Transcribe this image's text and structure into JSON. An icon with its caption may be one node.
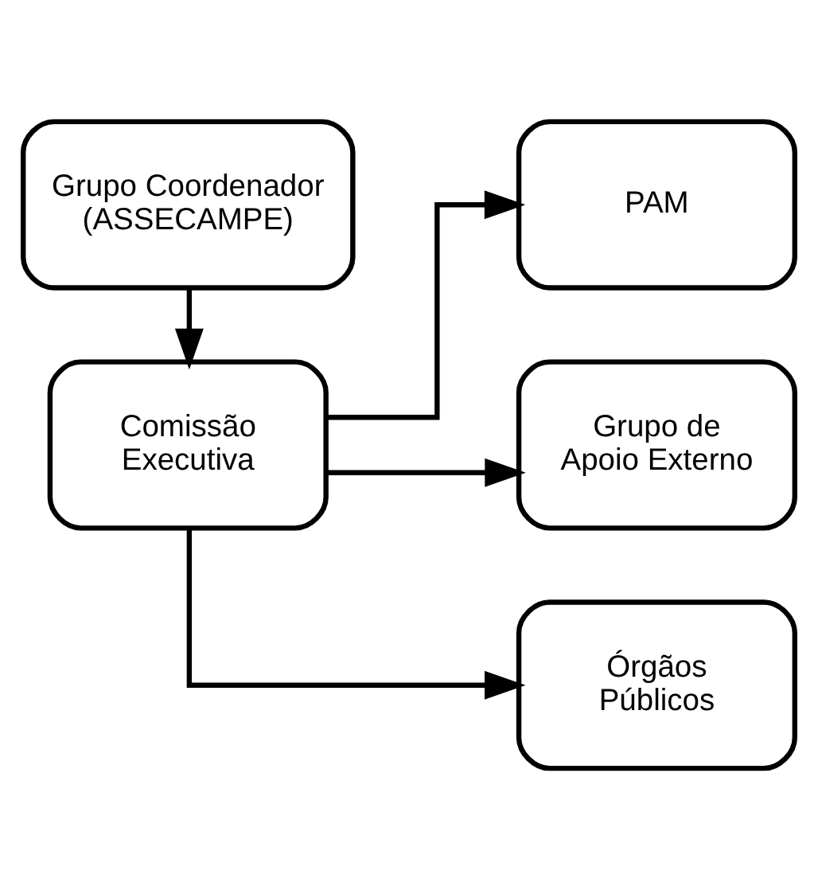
{
  "diagram": {
    "nodes": [
      {
        "text": [
          "Grupo Coordenador (ASSECAMPE)"
        ]
      },
      {
        "text": [
          "Comissão Executiva"
        ]
      },
      {
        "text": [
          "PAM"
        ]
      },
      {
        "text": [
          "Grupo de Apoio Externo"
        ]
      },
      {
        "text": [
          "Órgãos Públicos"
        ]
      }
    ],
    "edges": [
      {
        "from": 0,
        "to": 1,
        "arrow": "to"
      },
      {
        "from": 1,
        "to": 2,
        "arrow": "to"
      },
      {
        "from": 1,
        "to": 3,
        "arrow": "to"
      },
      {
        "from": 1,
        "to": 4,
        "arrow": "to"
      }
    ]
  }
}
